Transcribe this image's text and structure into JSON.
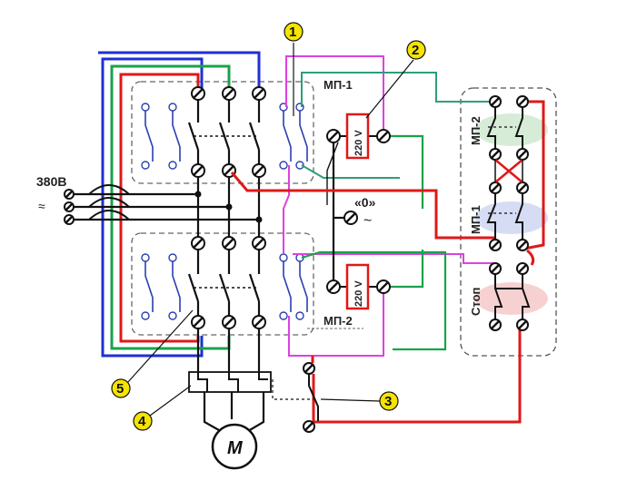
{
  "diagram": {
    "supply_label": "380В",
    "zero_label": "«0»",
    "zero_symbol": "~",
    "contactor_1_label": "МП-1",
    "contactor_2_label": "МП-2",
    "coil_1_label": "220 V",
    "coil_2_label": "220 V",
    "motor_label": "M",
    "buttons": [
      {
        "label": "МП-2",
        "color": "#cfe9cf"
      },
      {
        "label": "МП-1",
        "color": "#cfd6f2"
      },
      {
        "label": "Стоп",
        "color": "#f6cccc"
      }
    ],
    "callouts": [
      "1",
      "2",
      "3",
      "4",
      "5"
    ]
  },
  "colors": {
    "red": "#e01818",
    "green": "#17a34a",
    "blue": "#1f2fd6",
    "magenta": "#e040e0",
    "teal": "#2e9e7a",
    "callout_fill": "#f5e400",
    "black": "#111111"
  }
}
